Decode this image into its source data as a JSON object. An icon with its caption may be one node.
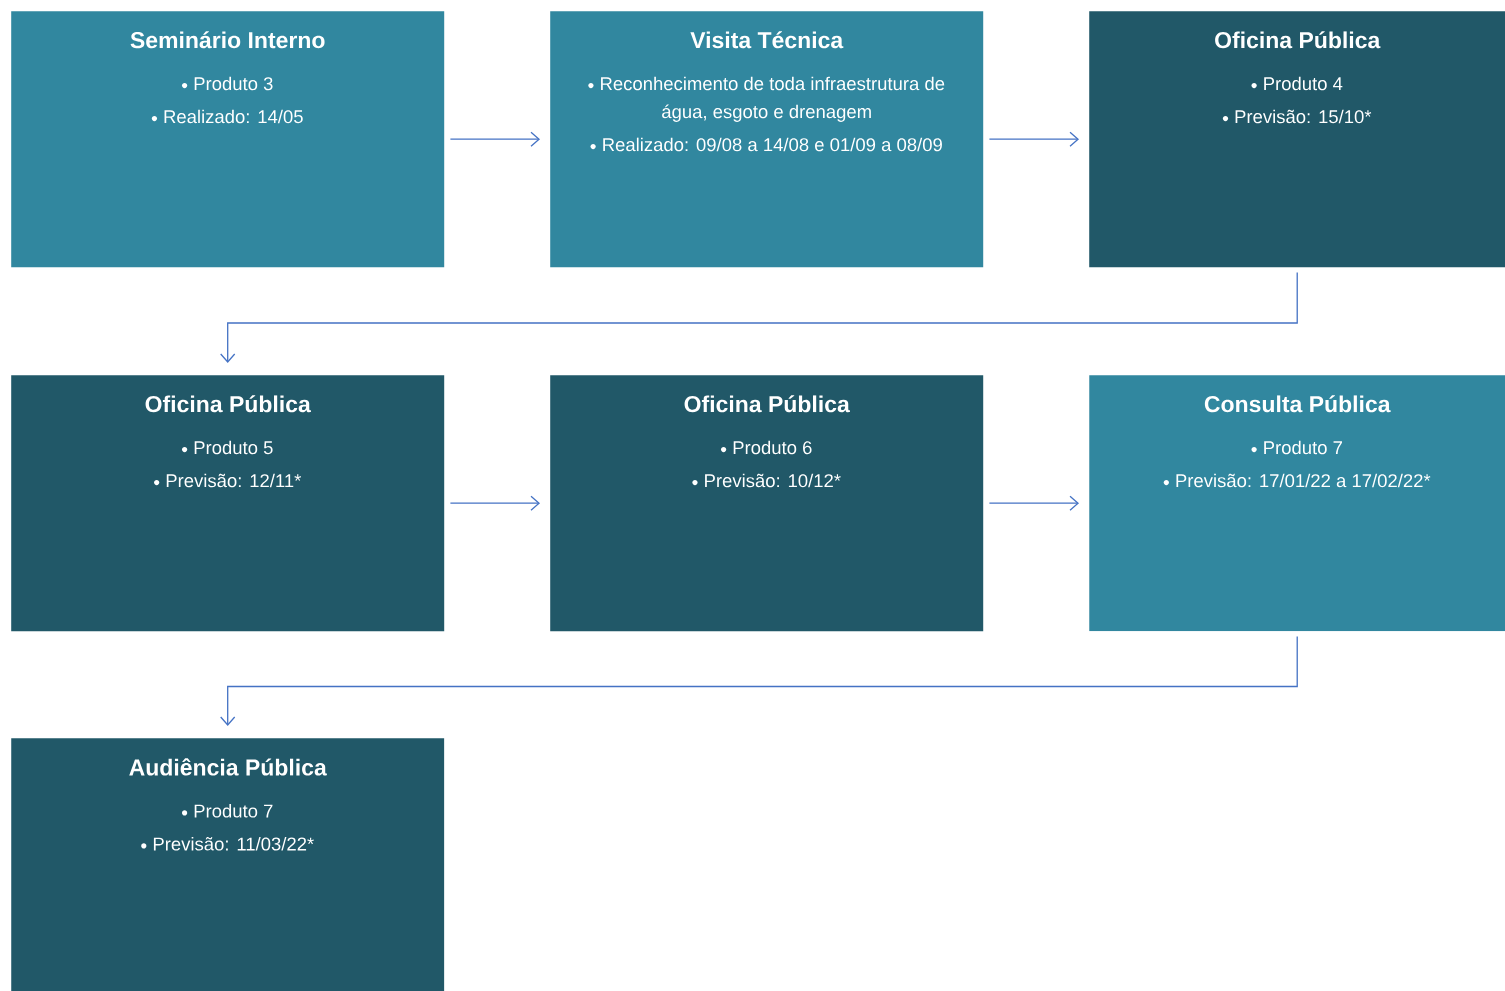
{
  "diagram": {
    "nodes": [
      {
        "text": [
          "Seminário Interno",
          "Produto 3",
          "Realizado: 14/05"
        ]
      },
      {
        "text": [
          "Visita Técnica",
          "Reconhecimento de toda infraestrutura de água, esgoto e drenagem",
          "Realizado: 09/08 a 14/08 e 01/09 a 08/09"
        ]
      },
      {
        "text": [
          "Oficina Pública",
          "Produto 4",
          "Previsão: 15/10*"
        ]
      },
      {
        "text": [
          "Oficina Pública",
          "Produto 5",
          "Previsão: 12/11*"
        ]
      },
      {
        "text": [
          "Oficina Pública",
          "Produto 6",
          "Previsão: 10/12*"
        ]
      },
      {
        "text": [
          "Consulta Pública",
          "Produto 7",
          "Previsão: 17/01/22 a 17/02/22*"
        ]
      },
      {
        "text": [
          "Audiência Pública",
          "Produto 7",
          "Previsão: 11/03/22*"
        ]
      }
    ],
    "edges": [
      {
        "from": 0,
        "to": 1,
        "arrow": "to"
      },
      {
        "from": 1,
        "to": 2,
        "arrow": "to"
      },
      {
        "from": 2,
        "to": 3,
        "arrow": "to"
      },
      {
        "from": 3,
        "to": 4,
        "arrow": "to"
      },
      {
        "from": 4,
        "to": 5,
        "arrow": "to"
      },
      {
        "from": 5,
        "to": 6,
        "arrow": "to"
      }
    ]
  }
}
